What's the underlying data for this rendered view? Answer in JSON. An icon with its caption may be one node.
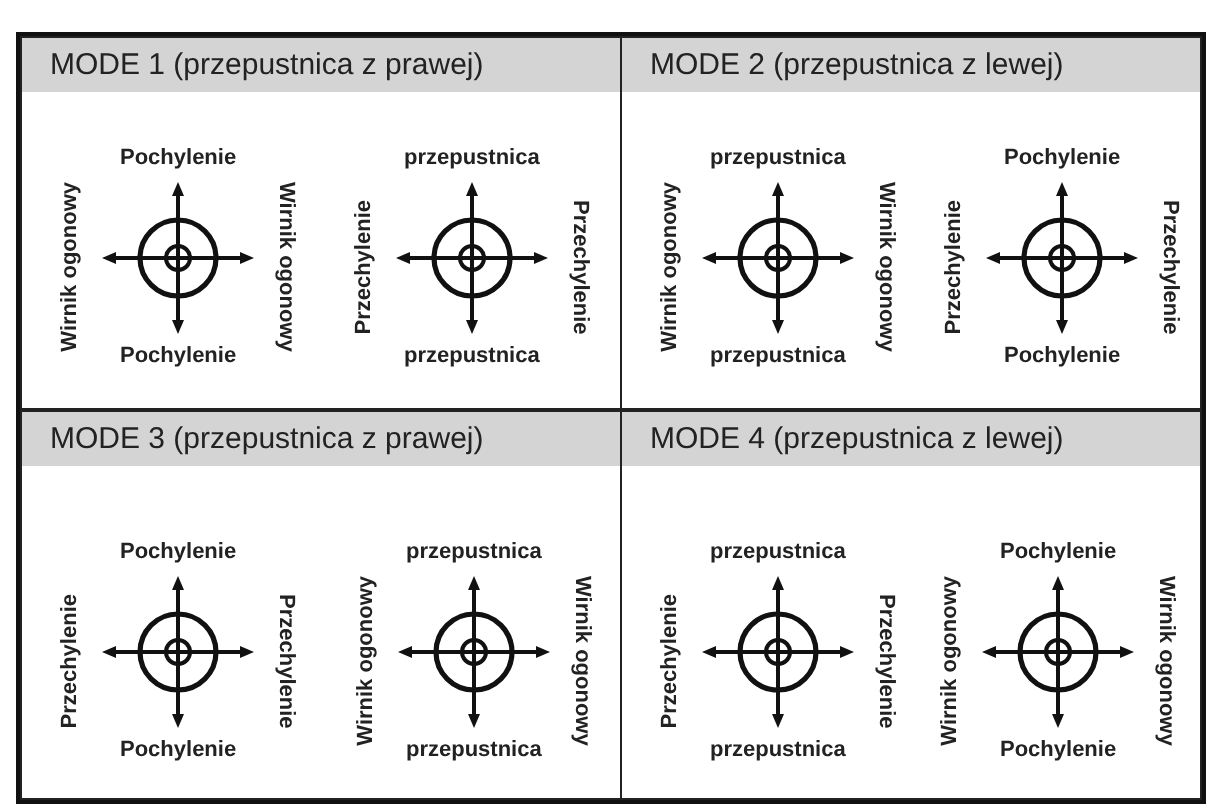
{
  "diagram": {
    "nodes": [
      {
        "text": [
          "MODE 1 (przepustnica z prawej)"
        ]
      },
      {
        "text": [],
        "shape": "picture",
        "in": 0,
        "beside": [
          "Pochylenie",
          "Pochylenie",
          "Wirnik ogonowy",
          "Wirnik ogonowy"
        ]
      },
      {
        "text": [],
        "shape": "picture",
        "in": 0,
        "beside": [
          "przepustnica",
          "przepustnica",
          "Przechylenie",
          "Przechylenie"
        ]
      },
      {
        "text": [
          "MODE 2 (przepustnica z lewej)"
        ]
      },
      {
        "text": [],
        "shape": "picture",
        "in": 3,
        "beside": [
          "przepustnica",
          "przepustnica",
          "Wirnik ogonowy",
          "Wirnik ogonowy"
        ]
      },
      {
        "text": [],
        "shape": "picture",
        "in": 3,
        "beside": [
          "Pochylenie",
          "Pochylenie",
          "Przechylenie",
          "Przechylenie"
        ]
      },
      {
        "text": [
          "MODE 3 (przepustnica z prawej)"
        ]
      },
      {
        "text": [],
        "shape": "picture",
        "in": 6,
        "beside": [
          "Pochylenie",
          "Pochylenie",
          "Przechylenie",
          "Przechylenie"
        ]
      },
      {
        "text": [],
        "shape": "picture",
        "in": 6,
        "beside": [
          "przepustnica",
          "przepustnica",
          "Wirnik ogonowy",
          "Wirnik ogonowy"
        ]
      },
      {
        "text": [
          "MODE 4 (przepustnica z lewej)"
        ]
      },
      {
        "text": [],
        "shape": "picture",
        "in": 9,
        "beside": [
          "przepustnica",
          "przepustnica",
          "Przechylenie",
          "Przechylenie"
        ]
      },
      {
        "text": [],
        "shape": "picture",
        "in": 9,
        "beside": [
          "Pochylenie",
          "Pochylenie",
          "Wirnik ogonowy",
          "Wirnik ogonowy"
        ]
      }
    ]
  }
}
